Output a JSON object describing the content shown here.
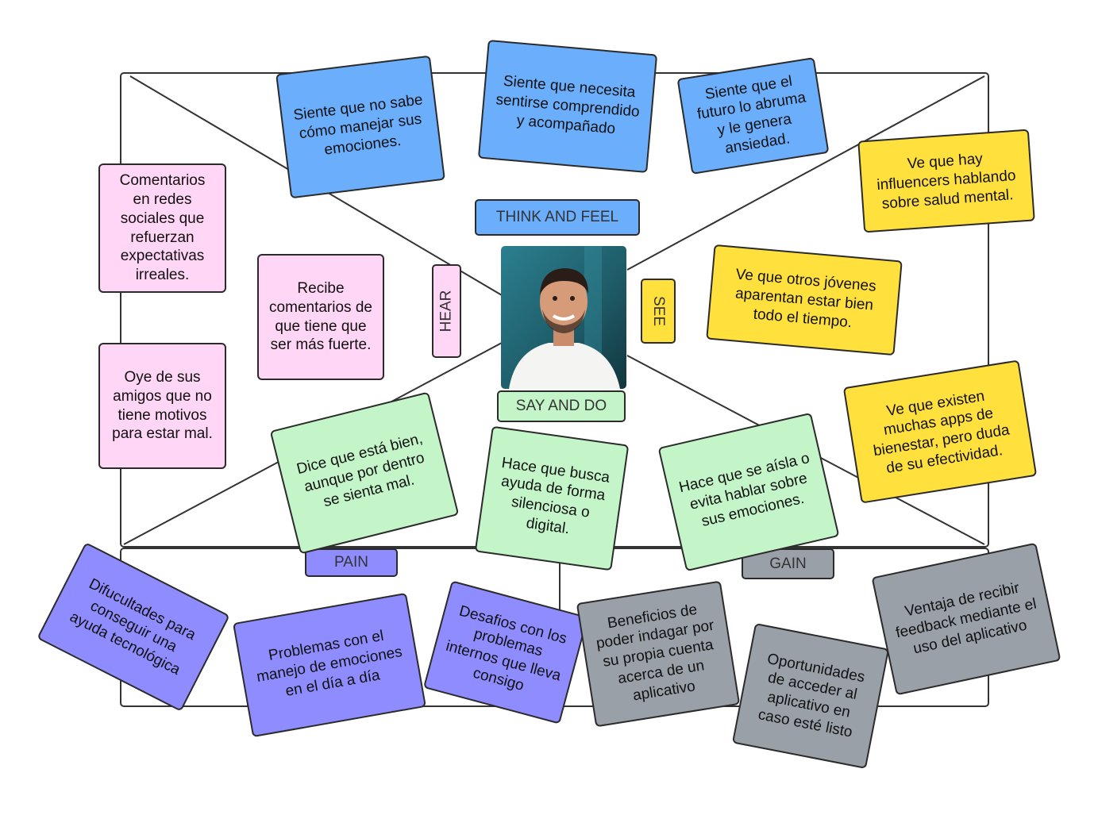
{
  "sections": {
    "think_feel": "THINK AND FEEL",
    "hear": "HEAR",
    "see": "SEE",
    "say_do": "SAY AND DO",
    "pain": "PAIN",
    "gain": "GAIN"
  },
  "notes": {
    "think_1": "Siente que no sabe cómo manejar sus emociones.",
    "think_2": "Siente que necesita sentirse comprendido y acompañado",
    "think_3": "Siente que el futuro lo abruma y le genera ansiedad.",
    "hear_1": "Comentarios en redes sociales que refuerzan expectativas irreales.",
    "hear_2": "Recibe comentarios de que tiene que ser más fuerte.",
    "hear_3": "Oye de sus amigos que no tiene motivos para estar mal.",
    "see_1": "Ve que hay influencers hablando sobre salud mental.",
    "see_2": "Ve que otros jóvenes aparentan estar bien todo el tiempo.",
    "see_3": "Ve que existen muchas apps de bienestar, pero duda de su efectividad.",
    "say_1": "Dice que está bien, aunque por dentro se sienta mal.",
    "say_2": "Hace que busca ayuda de forma silenciosa o digital.",
    "say_3": "Hace que se aísla o evita hablar sobre sus emociones.",
    "pain_1": "Difucultades para conseguir una ayuda tecnológica",
    "pain_2": "Problemas con el manejo de emociones en el día a día",
    "pain_3": "Desafios con los problemas internos que lleva consigo",
    "gain_1": "Beneficios de poder indagar por su propia cuenta acerca de un aplicativo",
    "gain_2": "Oportunidades de acceder al aplicativo en caso esté listo",
    "gain_3": "Ventaja de recibir feedback mediante el uso del aplicativo"
  },
  "colors": {
    "think": "#6aaefc",
    "hear": "#ffd6f5",
    "see": "#ffe03c",
    "say": "#c4f5c9",
    "pain": "#8f8cff",
    "gain": "#9aa0a8"
  },
  "persona": {
    "icon": "user-avatar-photo"
  }
}
